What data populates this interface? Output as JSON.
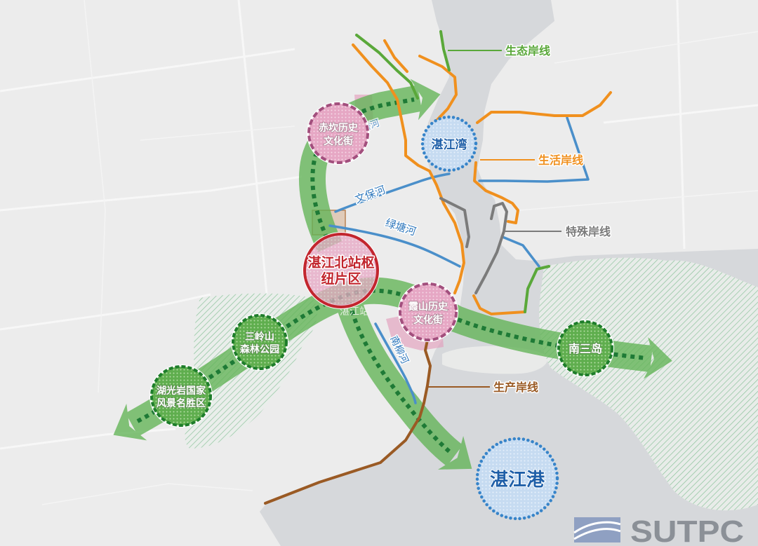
{
  "legend_lines": {
    "ecological": {
      "label": "生态岸线",
      "color": "#5aa83a"
    },
    "living": {
      "label": "生活岸线",
      "color": "#f0901e"
    },
    "special": {
      "label": "特殊岸线",
      "color": "#7b7b7b"
    },
    "production": {
      "label": "生产岸线",
      "color": "#9a5a24"
    }
  },
  "rivers": {
    "wenbao": "文保河",
    "lvtang": "绿塘河",
    "nanliu": "南柳河",
    "nanqiao": "南桥河",
    "color": "#4a8fca"
  },
  "stations": {
    "zhanjiang": "湛江站"
  },
  "nodes": {
    "chikan": {
      "lines": [
        "赤坎历史",
        "文化街"
      ]
    },
    "zhanjiang_bay": "湛江湾",
    "north_hub": {
      "lines": [
        "湛江北站枢",
        "纽片区"
      ]
    },
    "xiashan": {
      "lines": [
        "霞山历史",
        "文化街"
      ]
    },
    "sanling": {
      "lines": [
        "三岭山",
        "森林公园"
      ]
    },
    "huguangyan": {
      "lines": [
        "湖光岩国家",
        "风景名胜区"
      ]
    },
    "nansan": "南三岛",
    "port": "湛江港"
  },
  "colors": {
    "corridor": "#62b456",
    "historic_node": "#a24f7d",
    "water_node": "#3784c9",
    "green_node": "#1e7d2b",
    "hub_node": "#c2262e"
  },
  "logo": {
    "text": "SUTPC",
    "icon": "sutpc-logo-icon"
  }
}
